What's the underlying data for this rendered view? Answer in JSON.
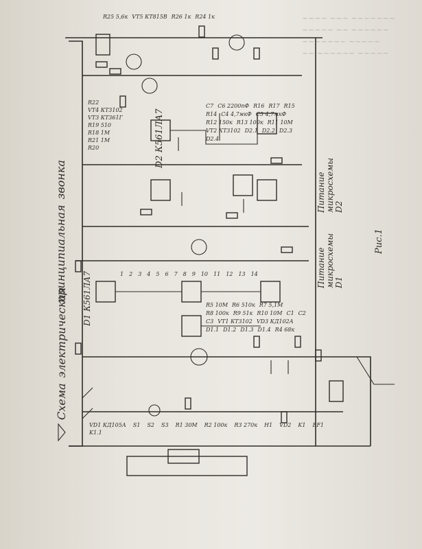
{
  "title": {
    "line1": "Схема",
    "line2": "электрическая",
    "line3": "принципиальная",
    "line4": "звонка"
  },
  "caption": "Рис.1",
  "chips_label": "D2 К561ЛА7",
  "d1_label": "D1 К561ЛА7",
  "power_labels": {
    "d1": "Питание микросхемы D1",
    "d2": "Питание микросхемы D2"
  },
  "components": {
    "top": [
      "R25 5,6к",
      "VT5 КТ815В",
      "R26 1к",
      "R24 1к",
      "VT4 КТ3102",
      "R22",
      "VT3 КТ361Г",
      "R19 510",
      "R18 1М",
      "R21 1М",
      "R20"
    ],
    "middle": [
      "C7",
      "C6 2200пФ",
      "R16",
      "R17",
      "R15",
      "R14",
      "C4 4,7мкФ",
      "C5 4,7мкФ",
      "R12 150к",
      "R13 100к",
      "R11 10М",
      "VT2 КТ3102",
      "D2.1",
      "D2.2",
      "D2.3",
      "D2.4"
    ],
    "lower": [
      "R5 10М",
      "R6 510к",
      "R7 5,1М",
      "R8 100к",
      "R9 51к",
      "R10 10М",
      "C1",
      "C2",
      "C3",
      "VT1 КТ3102",
      "VD3 КД102А",
      "D1.1",
      "D1.2",
      "D1.3",
      "D1.4",
      "R4 68к"
    ],
    "bottom": [
      "VD1 КД105А",
      "S1",
      "S2",
      "S3",
      "R1 30М",
      "R2 100к",
      "R3 270к",
      "H1",
      "VD2",
      "K1",
      "BF1",
      "K1.1"
    ]
  },
  "pins": [
    "1",
    "2",
    "3",
    "4",
    "5",
    "6",
    "7",
    "8",
    "9",
    "10",
    "11",
    "12",
    "13",
    "14"
  ],
  "colors": {
    "paper": "#e9e6df",
    "ink": "#2f2c29"
  }
}
